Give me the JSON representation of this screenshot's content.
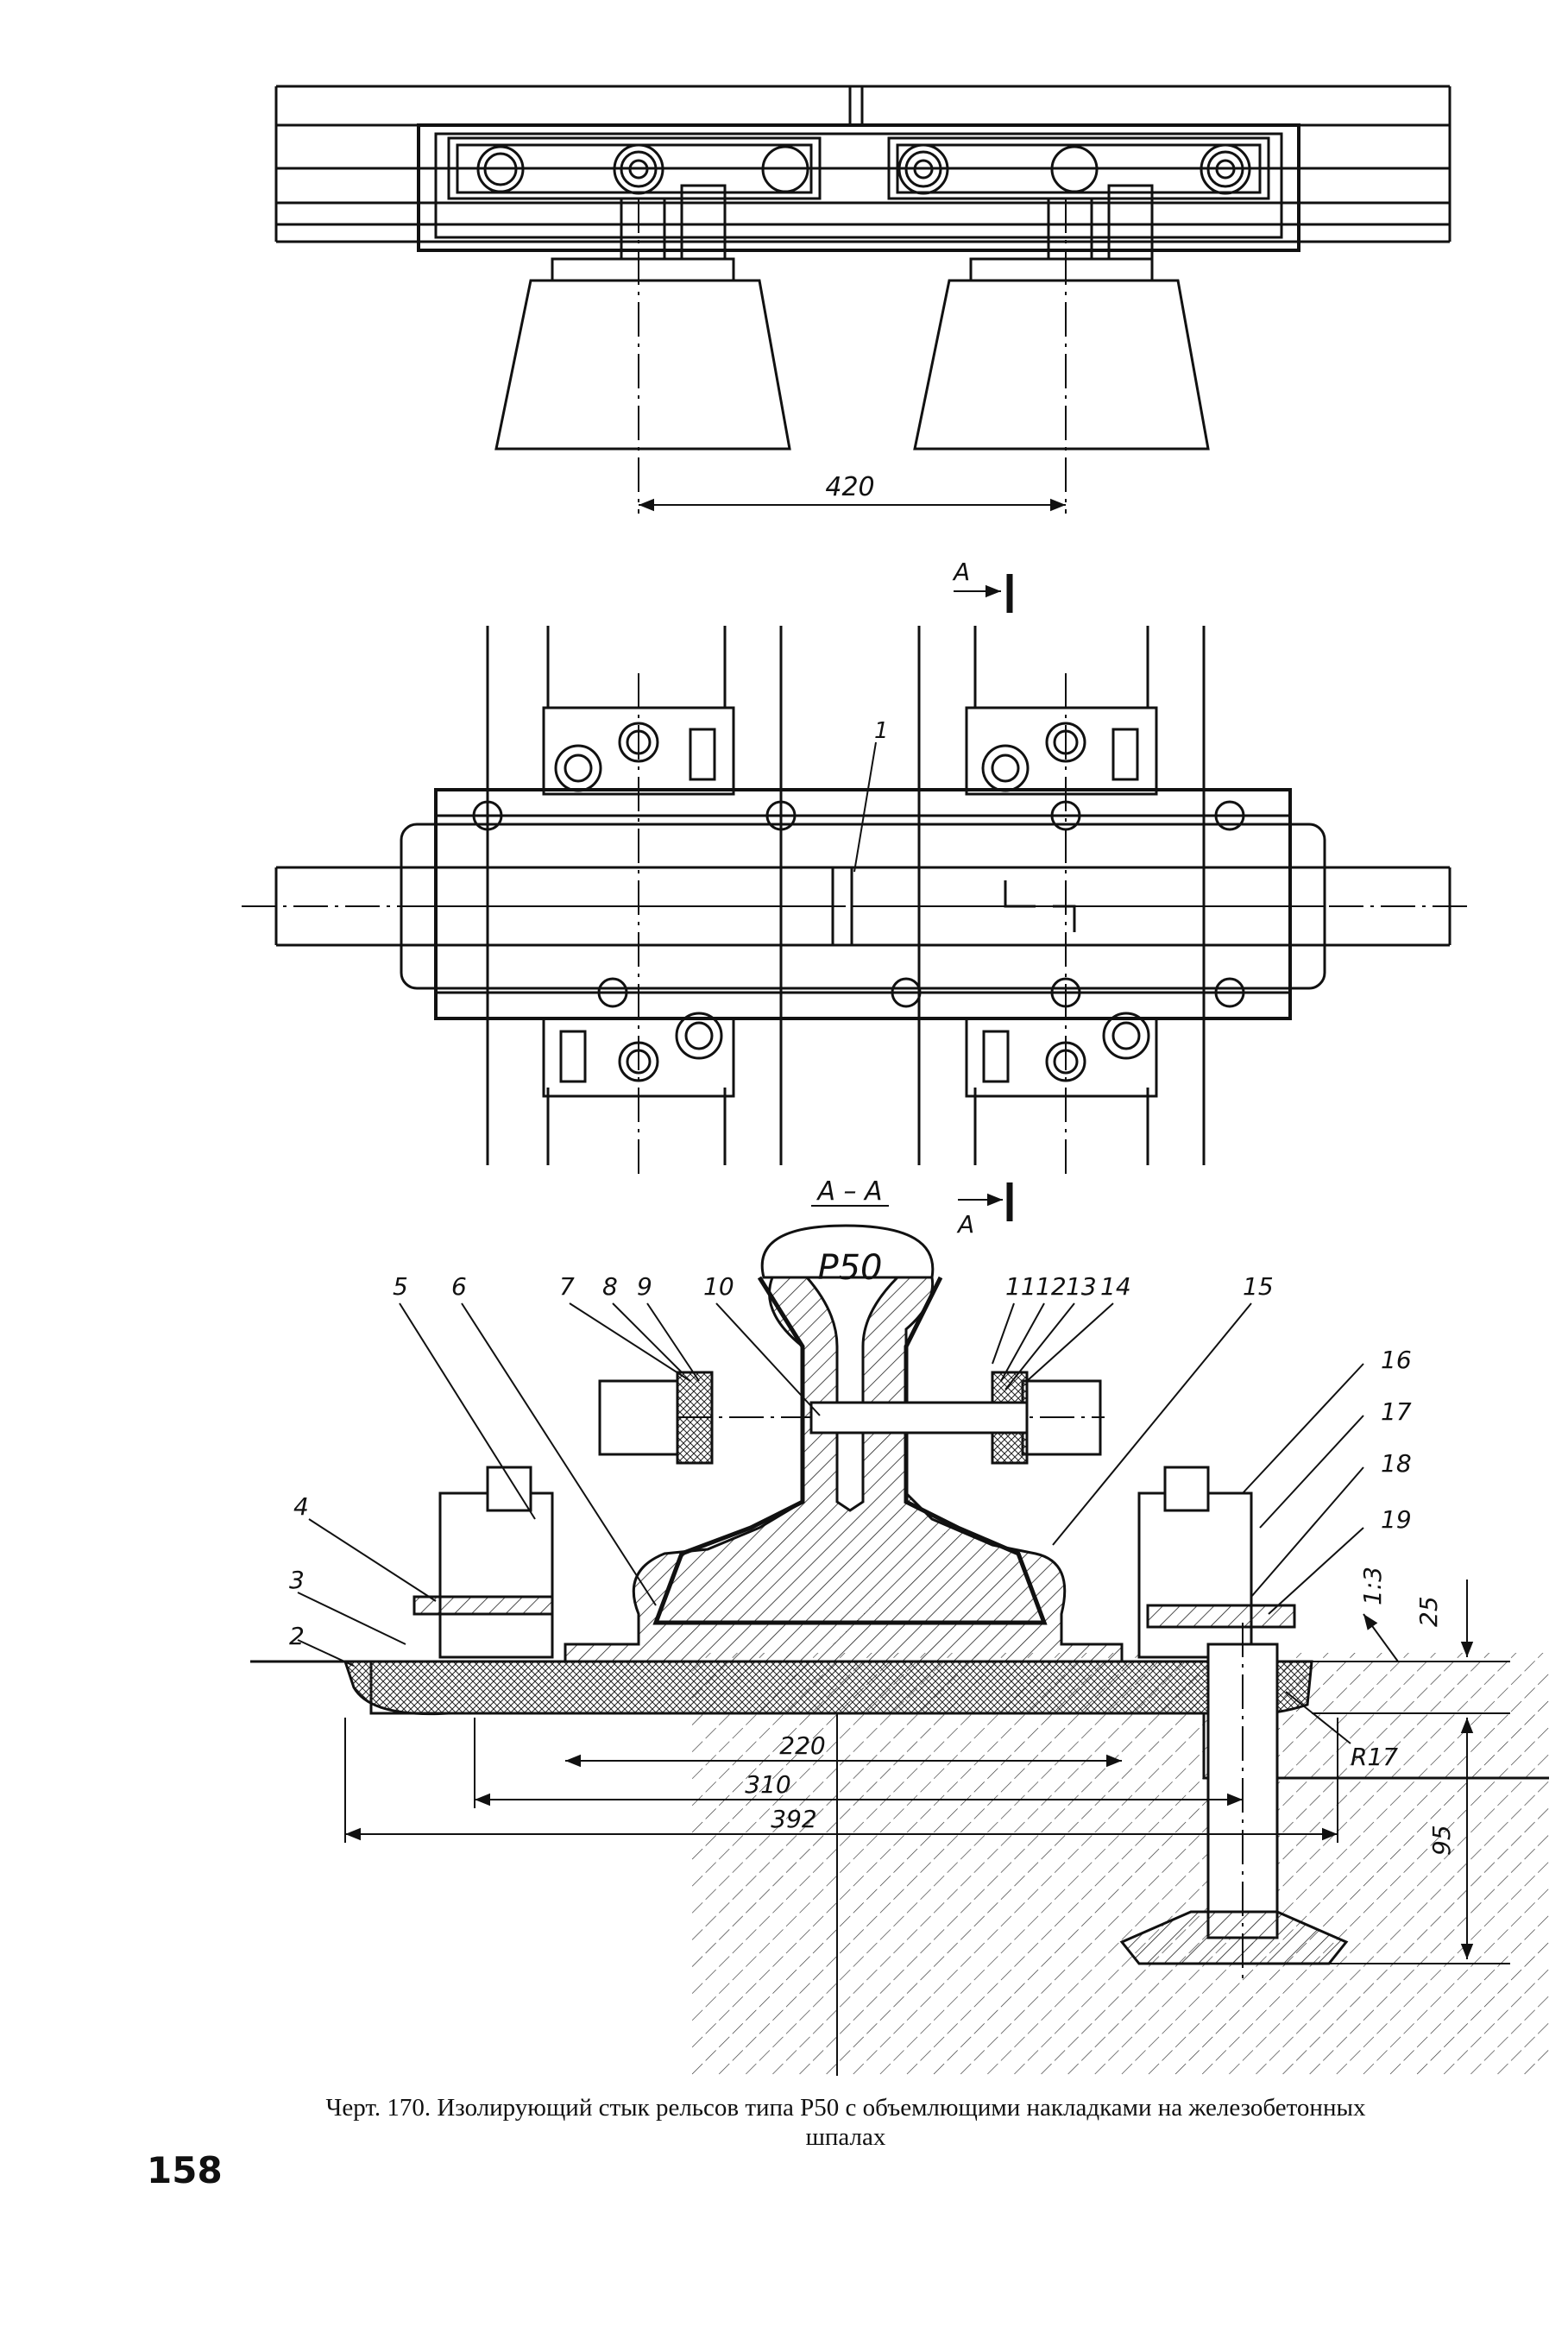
{
  "views": {
    "top": {
      "dimension": "420"
    },
    "plan": {
      "section_mark_top": "А",
      "section_mark_bottom": "А",
      "callout": "1"
    },
    "section": {
      "title": "А – А",
      "rail_type": "Р50",
      "callouts": [
        "2",
        "3",
        "4",
        "5",
        "6",
        "7",
        "8",
        "9",
        "10",
        "11",
        "12",
        "13",
        "14",
        "15",
        "16",
        "17",
        "18",
        "19"
      ],
      "dimensions": {
        "d220": "220",
        "d310": "310",
        "d392": "392",
        "d25": "25",
        "d95": "95"
      },
      "radius": "R17",
      "slope": "1:3"
    }
  },
  "caption": {
    "line1": "Черт. 170. Изолирующий стык рельсов типа Р50 с объемлющими накладками на железобетонных",
    "line2": "шпалах"
  },
  "page_number": "158"
}
